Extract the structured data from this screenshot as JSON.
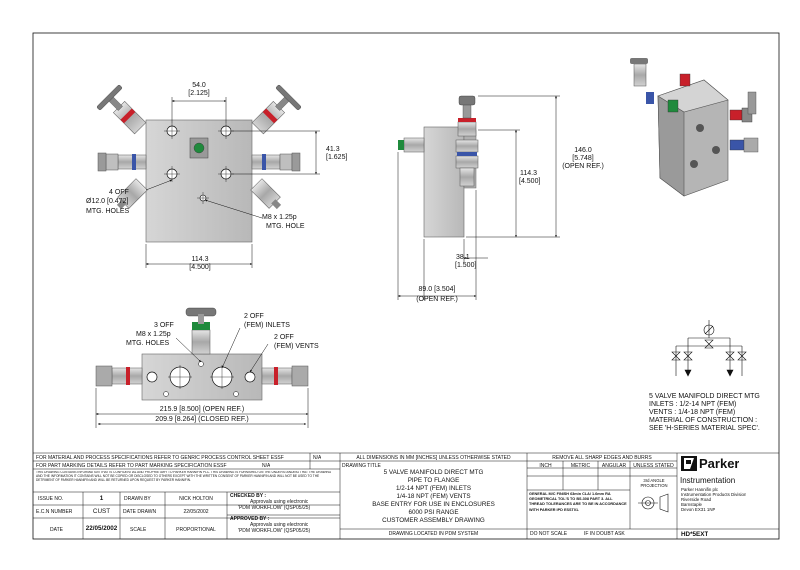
{
  "views": {
    "front": {
      "dim_top": "54.0",
      "dim_top_in": "[2.125]",
      "dim_right": "41.3",
      "dim_right_in": "[1.625]",
      "dim_bottom": "114.3",
      "dim_bottom_in": "[4.500]",
      "holes_1": "4 OFF",
      "holes_2": "Ø12.0 [0.472]",
      "holes_3": "MTG. HOLES",
      "thread_1": "M8 x 1.25p",
      "thread_2": "MTG. HOLE"
    },
    "side": {
      "dim_total": "146.0",
      "dim_total_in": "[5.748]",
      "dim_total_ref": "(OPEN REF.)",
      "dim_mid": "114.3",
      "dim_mid_in": "[4.500]",
      "dim_depth": "38.1",
      "dim_depth_in": "[1.500]",
      "dim_width": "89.0 [3.504]",
      "dim_width_ref": "(OPEN REF.)"
    },
    "bottom": {
      "holes_1": "3 OFF",
      "holes_2": "M8 x 1.25p",
      "holes_3": "MTG. HOLES",
      "inlets_1": "2 OFF",
      "inlets_2": "(FEM) INLETS",
      "vents_1": "2 OFF",
      "vents_2": "(FEM) VENTS",
      "len_open": "215.9 [8.500] (OPEN REF.)",
      "len_closed": "209.9 [8.264] (CLOSED REF.)"
    }
  },
  "notes": [
    "5 VALVE MANIFOLD DIRECT MTG",
    "INLETS : 1/2-14 NPT (FEM)",
    "VENTS : 1/4-18 NPT (FEM)",
    "MATERIAL OF CONSTRUCTION :",
    "SEE 'H-SERIES MATERIAL SPEC'."
  ],
  "title_block": {
    "spec_process": "FOR MATERIAL AND PROCESS SPECIFICATIONS REFER TO GENRIC PROCESS CONTROL SHEET ESSF",
    "spec_process_val": "N/A",
    "spec_marking": "FOR PART MARKING DETAILS REFER TO PART MARKING SPECIFICATION ESSF",
    "spec_marking_val": "N/A",
    "confidential": "THIS DRAWING CONTAINS INFORMATION THAT IS CONFIDENTIAL AND PROPRIETARY TO PARKER HANNIFIN PLC. THIS DRAWING IS FURNISHED ON THE UNDERSTANDING THAT THE DRAWING AND THE INFORMATION IT CONTAINS WILL NOT BE COPIED OR DISCLOSED TO OTHERS EXCEPT WITH THE WRITTEN CONSENT OF PARKER HANNIFIN AND WILL NOT BE USED TO THE DETRIMENT OF PARKER HANNIFIN AND WILL BE RETURNED UPON REQUEST BY PARKER HANNIFIN.",
    "issue_no_label": "ISSUE NO.",
    "issue_no": "1",
    "drawn_by_label": "DRAWN BY",
    "drawn_by": "NICK HOLTON",
    "ecn_label": "E.C.N NUMBER",
    "ecn": "CUST",
    "date_drawn_label": "DATE DRAWN",
    "date_drawn": "22/05/2002",
    "date_label": "DATE",
    "date": "22/05/2002",
    "scale_label": "SCALE",
    "scale": "PROPORTIONAL",
    "checked_label": "CHECKED BY :",
    "checked_1": "Approvals using electronic",
    "checked_2": "'PDM WORKFLOW' (QSP05/25)",
    "approved_label": "APPROVED BY :",
    "approved_1": "Approvals using electronic",
    "approved_2": "'PDM WORKFLOW' (QSP05/25)",
    "all_dims": "ALL DIMENSIONS IN MM [INCHES] UNLESS OTHERWISE STATED",
    "drawing_title_label": "DRAWING TITLE",
    "title_lines": [
      "5 VALVE MANIFOLD DIRECT MTG",
      "PIPE TO FLANGE",
      "1/2-14 NPT (FEM) INLETS",
      "1/4-18 NPT (FEM) VENTS",
      "BASE ENTRY FOR USE IN ENCLOSURES",
      "6000 PSI RANGE",
      "CUSTOMER ASSEMBLY DRAWING"
    ],
    "pdm": "DRAWING LOCATED IN PDM SYSTEM",
    "remove_burrs": "REMOVE ALL SHARP EDGES AND BURRS",
    "col_inch": "INCH",
    "col_metric": "METRIC",
    "col_angular": "ANGULAR",
    "finish": "GENERAL M/C FINISH 63min CLA/ 1.6mm RA GEOMETRICAL TOL'S TO BS.308 PART 3. ALL THREAD TOLERANCES ARE TO BE IN ACCORDANCE WITH PARKER IPD ESST01.",
    "do_not_scale": "DO NOT SCALE",
    "if_in_doubt": "IF IN DOUBT ASK",
    "unless_stated": "UNLESS STATED",
    "projection": "3rd ANGLE PROJECTION",
    "brand": "Parker",
    "division_title": "Instrumentation",
    "address": [
      "Parker Hannifin plc",
      "Instrumentation Products Division",
      "Riverside Road",
      "Barnstaple",
      "Devon EX31 1NP"
    ],
    "part_no": "HD*5EXT"
  },
  "colors": {
    "body": "#c4c4c4",
    "body_dark": "#8e8e8e",
    "valve_red": "#c8202a",
    "valve_blue": "#3a55a8",
    "valve_green": "#1f8a3c",
    "line": "#111111"
  }
}
